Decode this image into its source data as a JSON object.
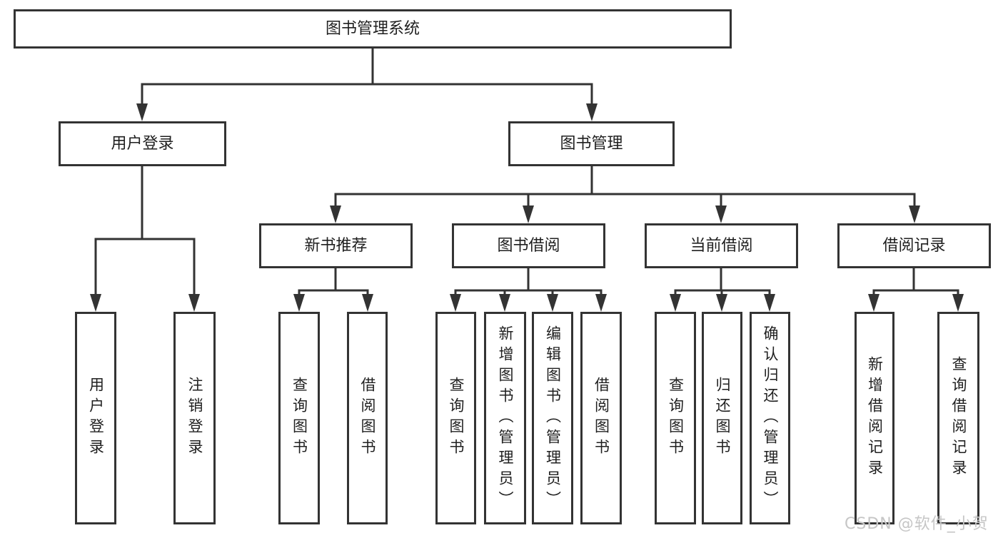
{
  "tree": {
    "label": "图书管理系统",
    "children": [
      {
        "label": "用户登录",
        "children": [
          {
            "label": "用户登录"
          },
          {
            "label": "注销登录"
          }
        ]
      },
      {
        "label": "图书管理",
        "children": [
          {
            "label": "新书推荐",
            "children": [
              {
                "label": "查询图书"
              },
              {
                "label": "借阅图书"
              }
            ]
          },
          {
            "label": "图书借阅",
            "children": [
              {
                "label": "查询图书"
              },
              {
                "label": "新增图书（管理员）"
              },
              {
                "label": "编辑图书（管理员）"
              },
              {
                "label": "借阅图书"
              }
            ]
          },
          {
            "label": "当前借阅",
            "children": [
              {
                "label": "查询图书"
              },
              {
                "label": "归还图书"
              },
              {
                "label": "确认归还（管理员）"
              }
            ]
          },
          {
            "label": "借阅记录",
            "children": [
              {
                "label": "新增借阅记录"
              },
              {
                "label": "查询借阅记录"
              }
            ]
          }
        ]
      }
    ]
  },
  "watermark": {
    "text": "CSDN @软件_小贺同学"
  },
  "colors": {
    "line": "#333333",
    "text": "#1f1f1f",
    "watermark": "#c6c6c6",
    "background": "#ffffff"
  }
}
